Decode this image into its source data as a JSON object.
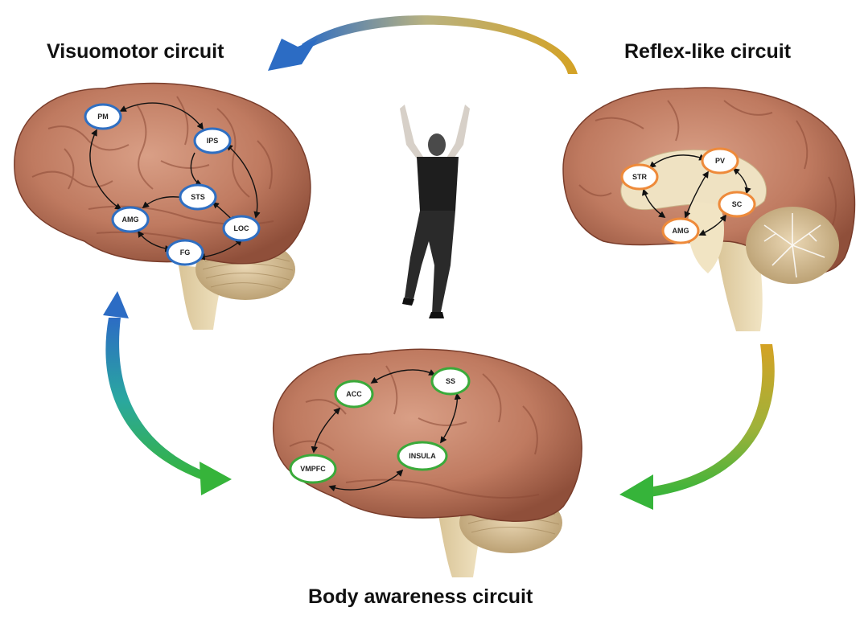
{
  "circuits": {
    "visuomotor": {
      "title": "Visuomotor circuit",
      "color": "#2f6fc2",
      "nodes": [
        "PM",
        "IPS",
        "STS",
        "AMG",
        "LOC",
        "FG"
      ]
    },
    "reflex": {
      "title": "Reflex-like circuit",
      "color": "#ee8a3a",
      "nodes": [
        "PV",
        "STR",
        "SC",
        "AMG"
      ]
    },
    "body_awareness": {
      "title": "Body awareness circuit",
      "color": "#3aaa3a",
      "nodes": [
        "ACC",
        "SS",
        "VMPFC",
        "INSULA"
      ]
    }
  },
  "cycle_arrows": {
    "top": "reflex-to-visuomotor",
    "left": "visuomotor-body-awareness",
    "right": "reflex-to-body-awareness"
  }
}
